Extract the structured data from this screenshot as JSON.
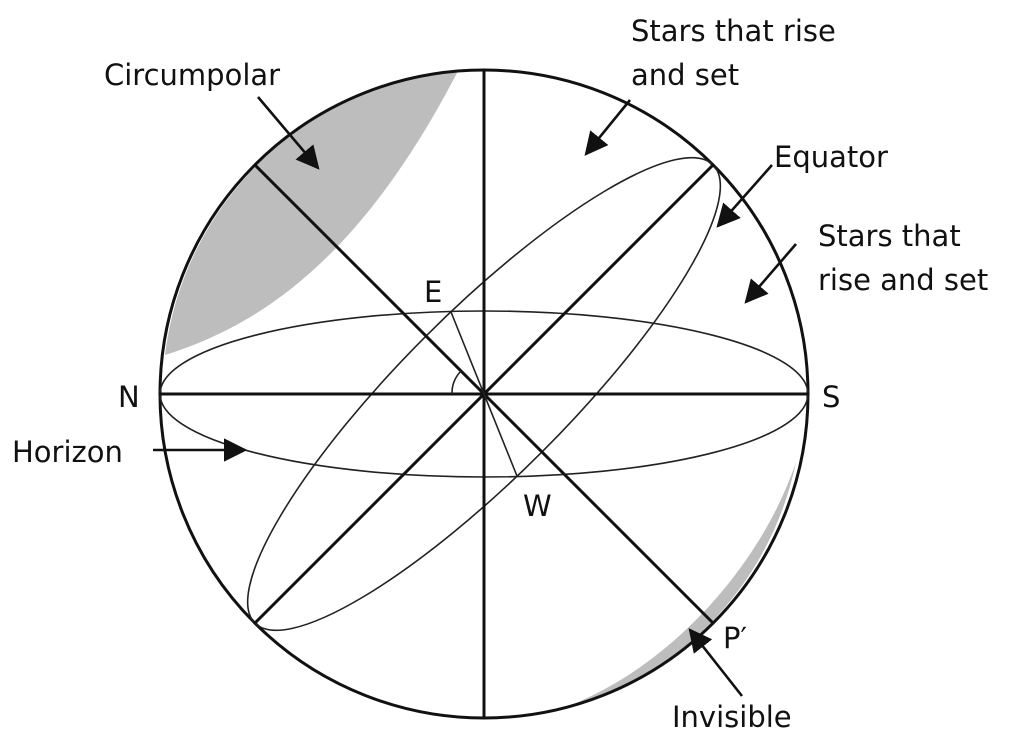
{
  "labels": {
    "circumpolar": "Circumpolar",
    "rise_set_top_line1": "Stars that rise",
    "rise_set_top_line2": "and set",
    "equator": "Equator",
    "rise_set_right_line1": "Stars that",
    "rise_set_right_line2": "rise and set",
    "east": "E",
    "north": "N",
    "south": "S",
    "horizon": "Horizon",
    "west": "W",
    "pole_prime": "P′",
    "invisible": "Invisible"
  },
  "colors": {
    "line": "#111111",
    "shaded_region": "#bdbdbd",
    "background": "#ffffff"
  }
}
